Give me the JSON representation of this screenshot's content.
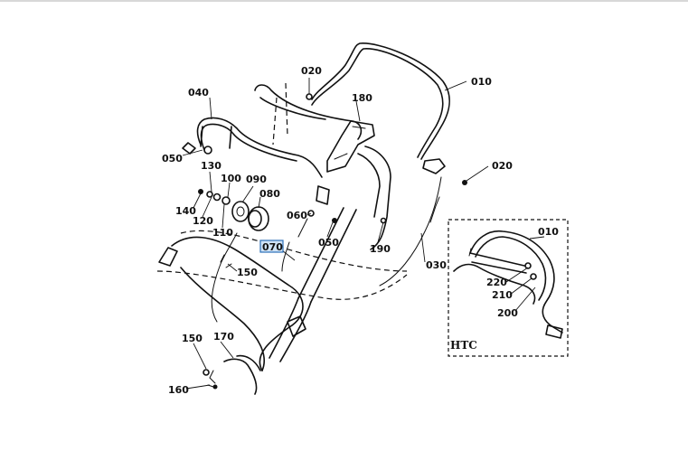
{
  "diagram": {
    "htc_label": "HTC",
    "highlighted_part": "070",
    "parts": [
      {
        "id": "010",
        "label": "010"
      },
      {
        "id": "020a",
        "label": "020"
      },
      {
        "id": "020b",
        "label": "020"
      },
      {
        "id": "030",
        "label": "030"
      },
      {
        "id": "040",
        "label": "040"
      },
      {
        "id": "050a",
        "label": "050"
      },
      {
        "id": "050b",
        "label": "050"
      },
      {
        "id": "060",
        "label": "060"
      },
      {
        "id": "070",
        "label": "070"
      },
      {
        "id": "080",
        "label": "080"
      },
      {
        "id": "090",
        "label": "090"
      },
      {
        "id": "100",
        "label": "100"
      },
      {
        "id": "110",
        "label": "110"
      },
      {
        "id": "120",
        "label": "120"
      },
      {
        "id": "130",
        "label": "130"
      },
      {
        "id": "140",
        "label": "140"
      },
      {
        "id": "150a",
        "label": "150"
      },
      {
        "id": "150b",
        "label": "150"
      },
      {
        "id": "160",
        "label": "160"
      },
      {
        "id": "170",
        "label": "170"
      },
      {
        "id": "180",
        "label": "180"
      },
      {
        "id": "190",
        "label": "190"
      },
      {
        "id": "htc010",
        "label": "010"
      },
      {
        "id": "200",
        "label": "200"
      },
      {
        "id": "210",
        "label": "210"
      },
      {
        "id": "220",
        "label": "220"
      }
    ]
  }
}
